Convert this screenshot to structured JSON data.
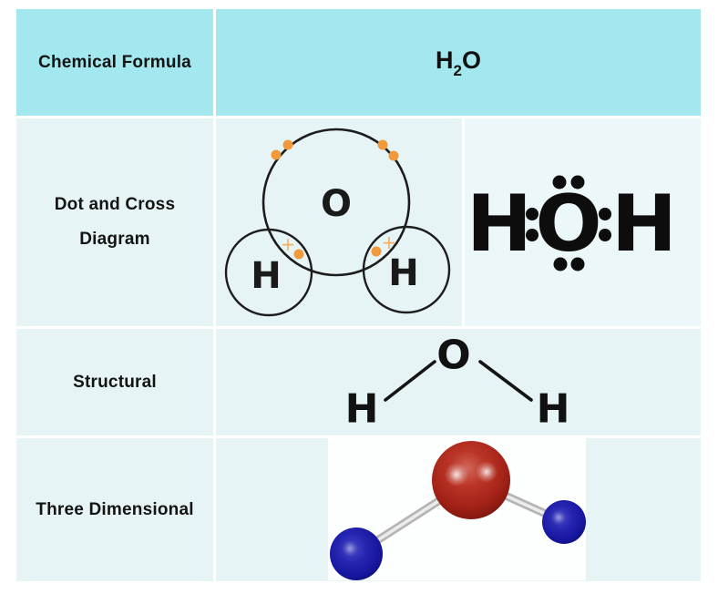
{
  "title": "Representations of water",
  "colors": {
    "header_bg": "#a4e8ef",
    "cell_bg": "#e7f4f6",
    "lewis_cell_bg": "#ebf7f8",
    "image_bg": "#fdfefe",
    "text": "#171717",
    "electron_orange": "#f09a3c",
    "diagram_line": "#1d1d1d",
    "oxygen_red": "#ae261a",
    "hydrogen_blue": "#1b1baa",
    "bond_stick_gray": "#c0c0c0"
  },
  "rows": {
    "chemical_formula": {
      "label": "Chemical Formula",
      "value_h": "H",
      "value_sub": "2",
      "value_o": "O"
    },
    "dot_and_cross": {
      "label_line1": "Dot and Cross",
      "label_line2": "Diagram",
      "circle_diagram": {
        "center_atom": "O",
        "left_atom": "H",
        "right_atom": "H",
        "cross_symbol": "+",
        "oxygen_lone_pair_dots": 4,
        "shared_pairs": 2
      },
      "lewis_diagram": {
        "left_atom": "H",
        "center_atom": "O",
        "right_atom": "H",
        "lone_pair_dot_count": 8
      }
    },
    "structural": {
      "label": "Structural",
      "center_atom": "O",
      "left_atom": "H",
      "right_atom": "H"
    },
    "three_dimensional": {
      "label": "Three Dimensional"
    }
  }
}
